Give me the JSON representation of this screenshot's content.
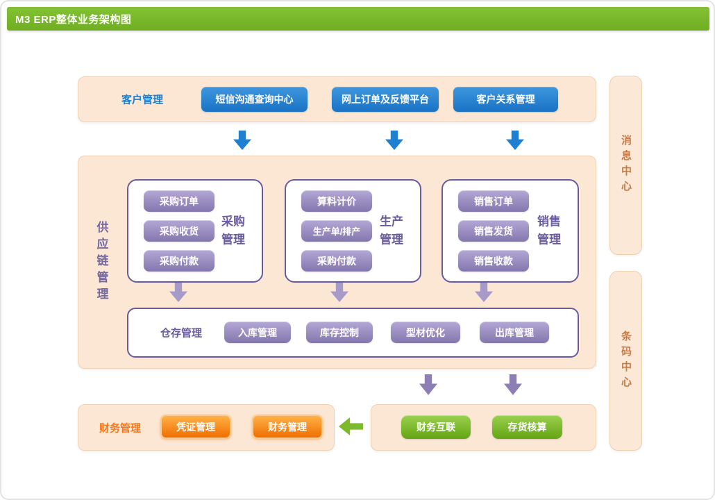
{
  "header": {
    "title": "M3 ERP整体业务架构图"
  },
  "customer": {
    "label": "客户管理",
    "buttons": [
      "短信沟通查询中心",
      "网上订单及反馈平台",
      "客户关系管理"
    ]
  },
  "sidebar": {
    "message_center": "消息中心",
    "barcode_center": "条码中心"
  },
  "supply_chain": {
    "label": "供应链管理",
    "groups": [
      {
        "label_line1": "采购",
        "label_line2": "管理",
        "buttons": [
          "采购订单",
          "采购收货",
          "采购付款"
        ]
      },
      {
        "label_line1": "生产",
        "label_line2": "管理",
        "buttons": [
          "算料计价",
          "生产单/排产",
          "采购付款"
        ]
      },
      {
        "label_line1": "销售",
        "label_line2": "管理",
        "buttons": [
          "销售订单",
          "销售发货",
          "销售收款"
        ]
      }
    ],
    "warehouse": {
      "label": "仓存管理",
      "buttons": [
        "入库管理",
        "库存控制",
        "型材优化",
        "出库管理"
      ]
    }
  },
  "finance": {
    "label": "财务管理",
    "buttons": [
      "凭证管理",
      "财务管理"
    ]
  },
  "integration": {
    "buttons": [
      "财务互联",
      "存货核算"
    ]
  },
  "colors": {
    "header_green": "#7ab62c",
    "accent_blue": "#1e7fd2",
    "accent_purple": "#8376ae",
    "purple_border": "#695a9e",
    "accent_orange": "#f5791d",
    "accent_green": "#72b320",
    "peach_bg": "#fbe7d4",
    "sidebar_text": "#c67c48"
  }
}
